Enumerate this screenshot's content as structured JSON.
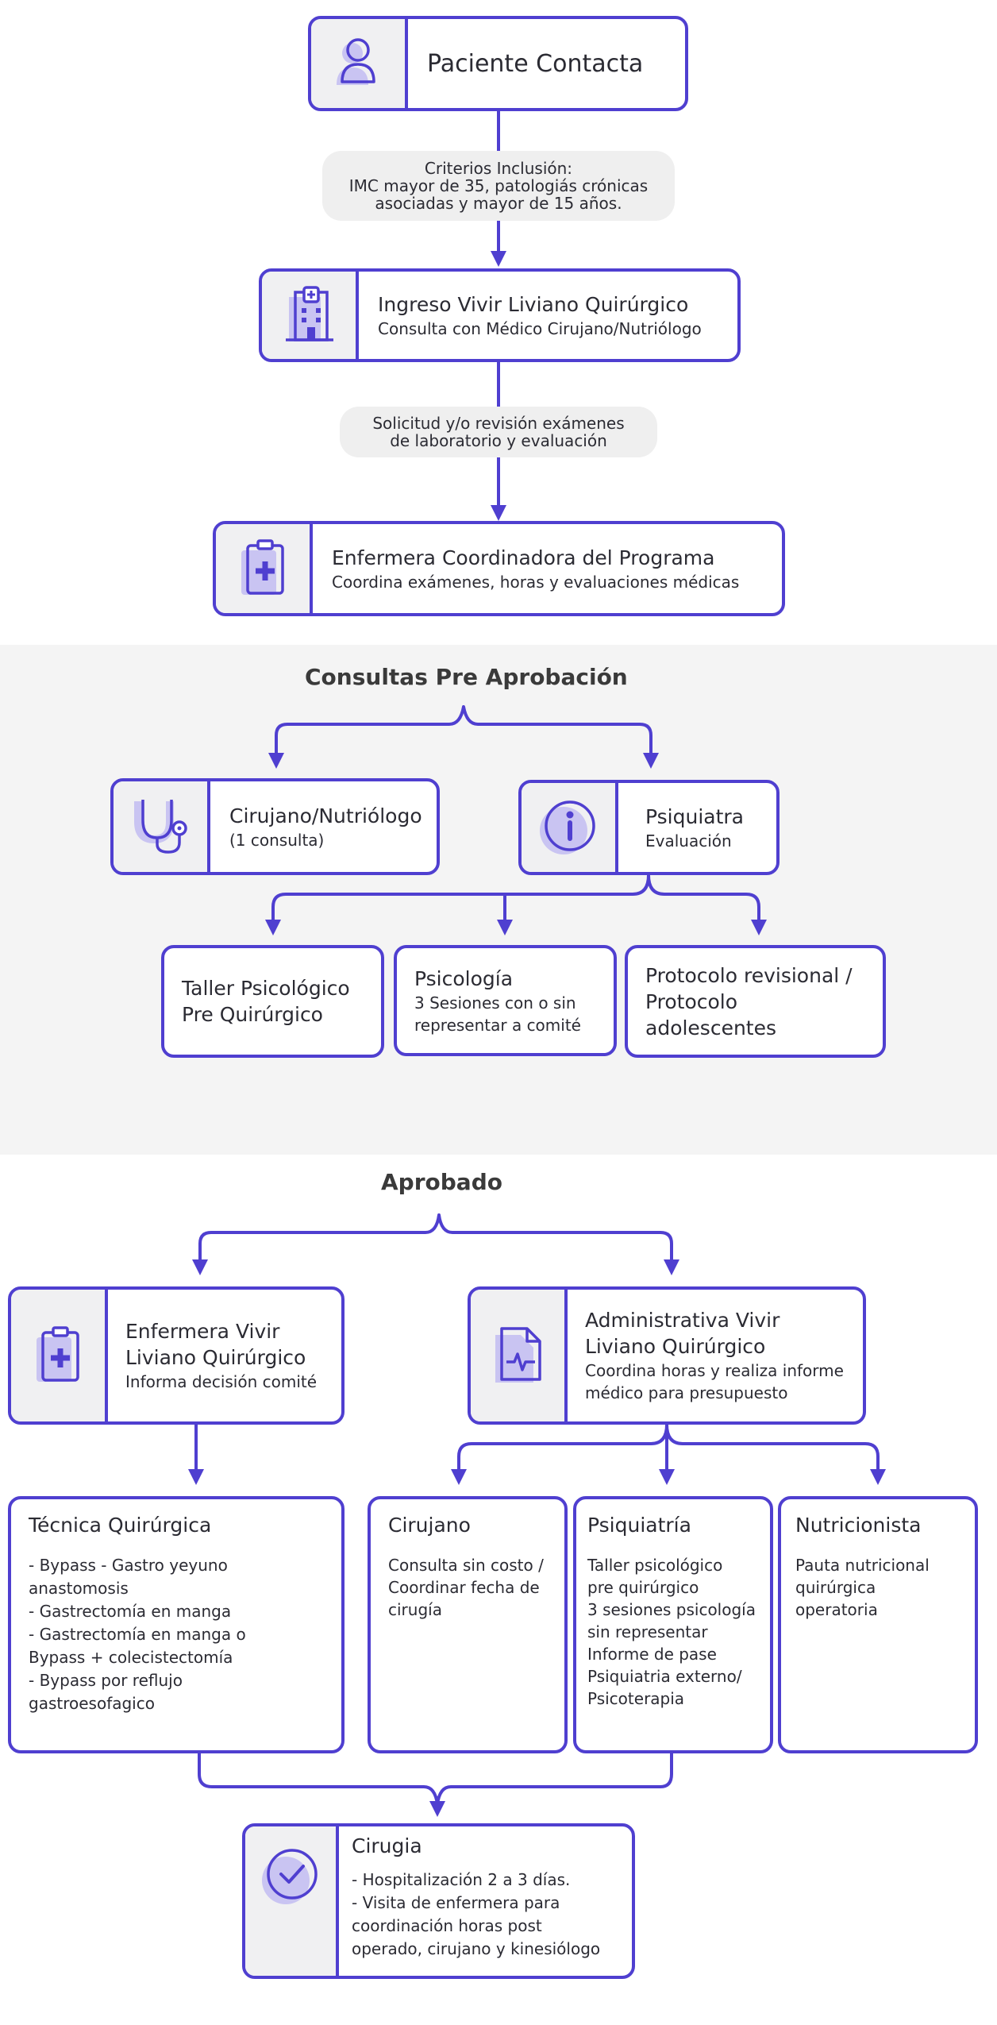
{
  "colors": {
    "accent": "#4f3fd0",
    "icon_fill": "#c9c4f2",
    "band": "#f4f4f4",
    "pill": "#efefef"
  },
  "intake": {
    "patient": {
      "icon": "user-icon",
      "title": "Paciente Contacta"
    },
    "criteria_pill": "Criterios Inclusión:\nIMC mayor de 35, patologiás crónicas\nasociadas y mayor de 15 años.",
    "ingreso": {
      "icon": "hospital-icon",
      "title": "Ingreso Vivir Liviano Quirúrgico",
      "subtitle": "Consulta con Médico Cirujano/Nutriólogo"
    },
    "labs_pill": "Solicitud y/o revisión exámenes\nde laboratorio y evaluación",
    "coordinator": {
      "icon": "clipboard-plus-icon",
      "title": "Enfermera Coordinadora del Programa",
      "subtitle": "Coordina exámenes, horas y evaluaciones médicas"
    }
  },
  "pre_approval": {
    "heading": "Consultas Pre Aprobación",
    "surgeon": {
      "icon": "stethoscope-icon",
      "title": "Cirujano/Nutriólogo",
      "subtitle": "(1 consulta)"
    },
    "psychiatrist": {
      "icon": "info-icon",
      "title": "Psiquiatra",
      "subtitle": "Evaluación"
    },
    "workshop": {
      "title": "Taller Psicológico\nPre Quirúrgico"
    },
    "psychology": {
      "title": "Psicología",
      "subtitle": "3 Sesiones con o sin\nrepresentar a comité"
    },
    "protocol": {
      "title": "Protocolo revisional /\nProtocolo adolescentes"
    }
  },
  "approved": {
    "heading": "Aprobado",
    "nurse": {
      "icon": "clipboard-plus-icon",
      "title": "Enfermera Vivir\nLiviano Quirúrgico",
      "subtitle": "Informa decisión comité"
    },
    "admin": {
      "icon": "medical-report-icon",
      "title": "Administrativa Vivir\nLiviano Quirúrgico",
      "subtitle": "Coordina horas y realiza informe\nmédico para presupuesto"
    },
    "technique": {
      "title": "Técnica Quirúrgica",
      "items": [
        "- Bypass - Gastro yeyuno\n  anastomosis",
        "- Gastrectomía en manga",
        "- Gastrectomía en manga o\n  Bypass + colecistectomía",
        "- Bypass por reflujo\n  gastroesofagico"
      ]
    },
    "surgeon": {
      "title": "Cirujano",
      "subtitle": "Consulta sin costo /\nCoordinar fecha de\ncirugía"
    },
    "psychiatry": {
      "title": "Psiquiatría",
      "subtitle": "Taller psicológico\npre quirúrgico\n3 sesiones psicología\nsin representar\nInforme de pase\nPsiquiatria externo/\nPsicoterapia"
    },
    "nutritionist": {
      "title": "Nutricionista",
      "subtitle": "Pauta nutricional\nquirúrgica\noperatoria"
    }
  },
  "surgery": {
    "icon": "check-circle-icon",
    "title": "Cirugia",
    "items": [
      "- Hospitalización 2 a 3 días.",
      "- Visita de enfermera para\n  coordinación horas post\n  operado, cirujano y kinesiólogo"
    ]
  }
}
